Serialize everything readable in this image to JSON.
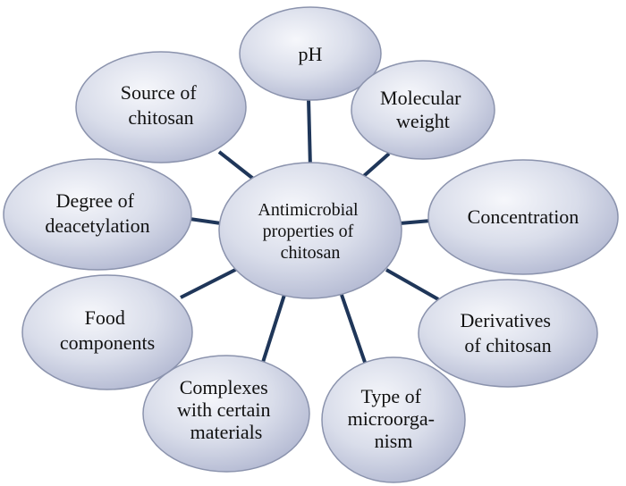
{
  "center": {
    "lines": [
      "Antimicrobial",
      "properties of",
      "chitosan"
    ]
  },
  "nodes": [
    {
      "id": "ph",
      "lines": [
        "pH"
      ]
    },
    {
      "id": "molecular-weight",
      "lines": [
        "Molecular",
        "weight"
      ]
    },
    {
      "id": "concentration",
      "lines": [
        "Concentration"
      ]
    },
    {
      "id": "derivatives",
      "lines": [
        "Derivatives",
        "of chitosan"
      ]
    },
    {
      "id": "microorganism",
      "lines": [
        "Type of",
        "microorga-",
        "nism"
      ]
    },
    {
      "id": "complexes",
      "lines": [
        "Complexes",
        "with certain",
        "materials"
      ]
    },
    {
      "id": "food-components",
      "lines": [
        "Food",
        "components"
      ]
    },
    {
      "id": "deacetylation",
      "lines": [
        "Degree of",
        "deacetylation"
      ]
    },
    {
      "id": "source",
      "lines": [
        "Source of",
        "chitosan"
      ]
    }
  ],
  "colors": {
    "node_fill_light": "#f4f5fa",
    "node_fill_dark": "#b9bfd6",
    "connector": "#1f3659",
    "text": "#111111"
  }
}
